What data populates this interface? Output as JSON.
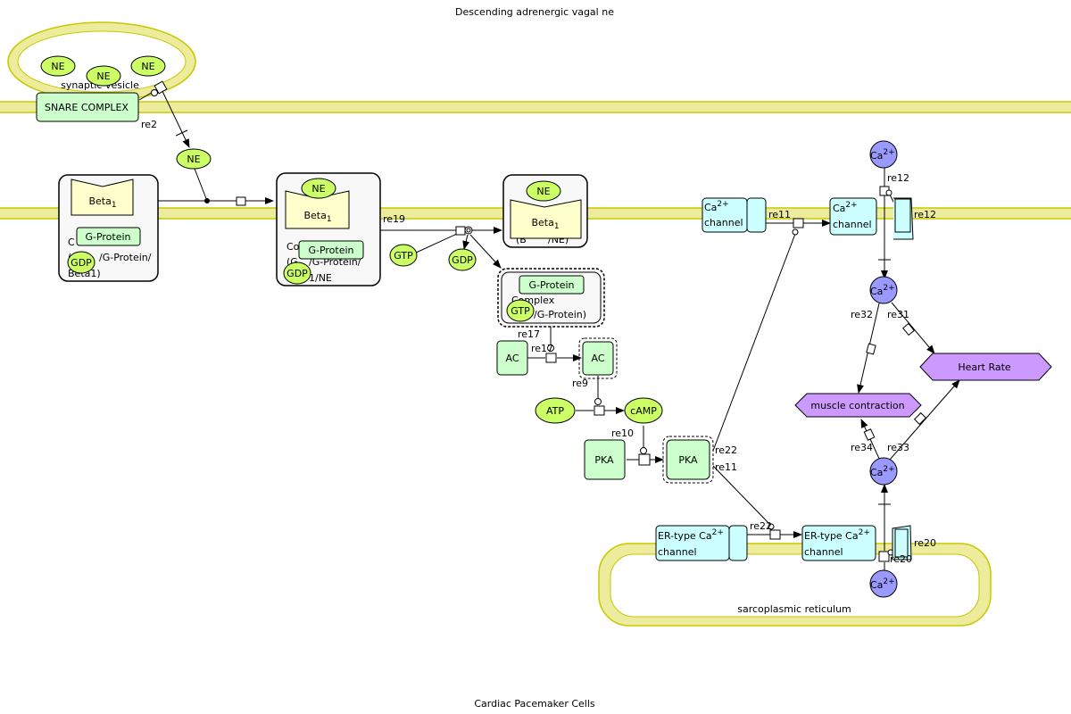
{
  "captions": {
    "top": "Descending adrenergic vagal ne",
    "bottom": "Cardiac Pacemaker Cells",
    "vesicle": "synaptic vesicle",
    "sr": "sarcoplasmic reticulum"
  },
  "species": {
    "ne": "NE",
    "beta": "Beta",
    "beta_sub": "1",
    "gprotein": "G-Protein",
    "gdp": "GDP",
    "gtp": "GTP",
    "snare": "SNARE COMPLEX",
    "ac": "AC",
    "atp": "ATP",
    "camp": "cAMP",
    "pka": "PKA",
    "ca": "Ca",
    "ca_sup": "2+",
    "channel": "channel",
    "er_type": "ER-type Ca",
    "heart_rate": "Heart Rate",
    "muscle": "muscle contraction"
  },
  "complex_text": {
    "c1_a": "C",
    "c1_b": "(",
    "c1_c": "/G-Protein/",
    "c1_d": "Beta1)",
    "c2_a": "Co",
    "c2_b": "(G",
    "c2_c": "/G-Protein/",
    "c2_d": "1/NE",
    "c3_a": "(B",
    "c3_b": "/NE)",
    "c4_a": "Complex",
    "c4_b": "/G-Protein)"
  },
  "reactions": {
    "re2": "re2",
    "re19": "re19",
    "re17": "re17",
    "re17b": "re17",
    "re9": "re9",
    "re10": "re10",
    "re22": "re22",
    "re11": "re11",
    "re11b": "re11",
    "re12a": "re12",
    "re12b": "re12",
    "re32": "re32",
    "re31": "re31",
    "re34": "re34",
    "re33": "re33",
    "re22b": "re22",
    "re20a": "re20",
    "re20b": "re20"
  },
  "colors": {
    "membrane": "#ecec9c",
    "membrane_line": "#c8c800",
    "simple": "#ccff66",
    "protein": "#ccffcc",
    "receptor": "#ffffcc",
    "ion": "#9999ff",
    "channel": "#ccffff",
    "phenotype": "#cc99ff",
    "complex": "#f8f8f8"
  }
}
